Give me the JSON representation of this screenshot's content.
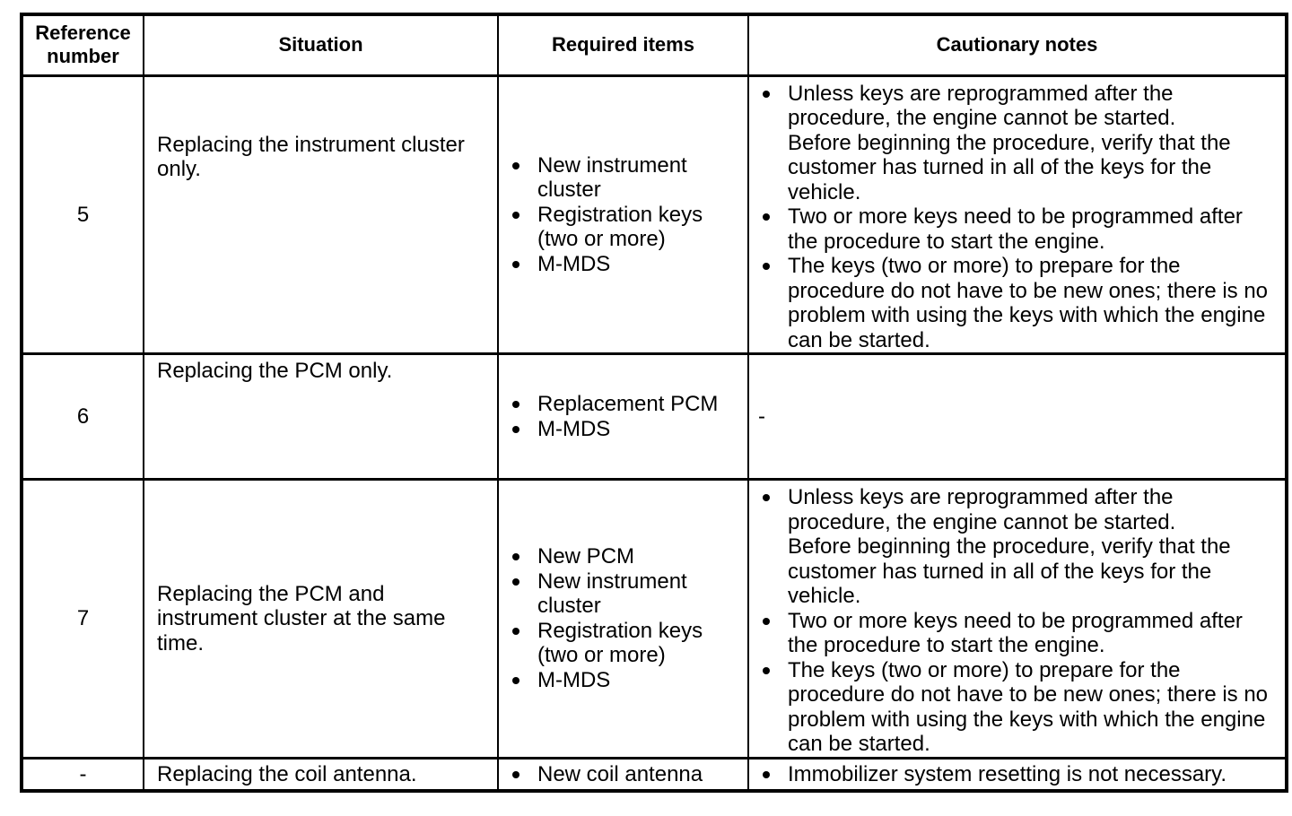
{
  "table": {
    "headers": [
      "Reference number",
      "Situation",
      "Required items",
      "Cautionary notes"
    ],
    "rows": [
      {
        "ref": "5",
        "situation": "Replacing the instrument cluster only.",
        "required": [
          "New instrument cluster",
          "Registration keys (two or more)",
          "M-MDS"
        ],
        "cautionary": [
          "Unless keys are reprogrammed after the procedure, the engine cannot be started.\nBefore beginning the procedure, verify that the customer has turned in all of the keys for the vehicle.",
          "Two or more keys need to be programmed after the procedure to start the engine.",
          "The keys (two or more) to prepare for the procedure do not have to be new ones; there is no problem with using the keys with which the engine can be started."
        ]
      },
      {
        "ref": "6",
        "situation": "Replacing the PCM only.",
        "required": [
          "Replacement PCM",
          "M-MDS"
        ],
        "cautionary_none": "-"
      },
      {
        "ref": "7",
        "situation": "Replacing the PCM and instrument cluster at the same time.",
        "required": [
          "New PCM",
          "New instrument cluster",
          "Registration keys (two or more)",
          "M-MDS"
        ],
        "cautionary": [
          "Unless keys are reprogrammed after the procedure, the engine cannot be started.\nBefore beginning the procedure, verify that the customer has turned in all of the keys for the vehicle.",
          "Two or more keys need to be programmed after the procedure to start the engine.",
          "The keys (two or more) to prepare for the procedure do not have to be new ones; there is no problem with using the keys with which the engine can be started."
        ]
      },
      {
        "ref": "-",
        "situation": "Replacing the coil antenna.",
        "required": [
          "New coil antenna"
        ],
        "cautionary": [
          "Immobilizer system resetting is not necessary."
        ]
      }
    ]
  }
}
